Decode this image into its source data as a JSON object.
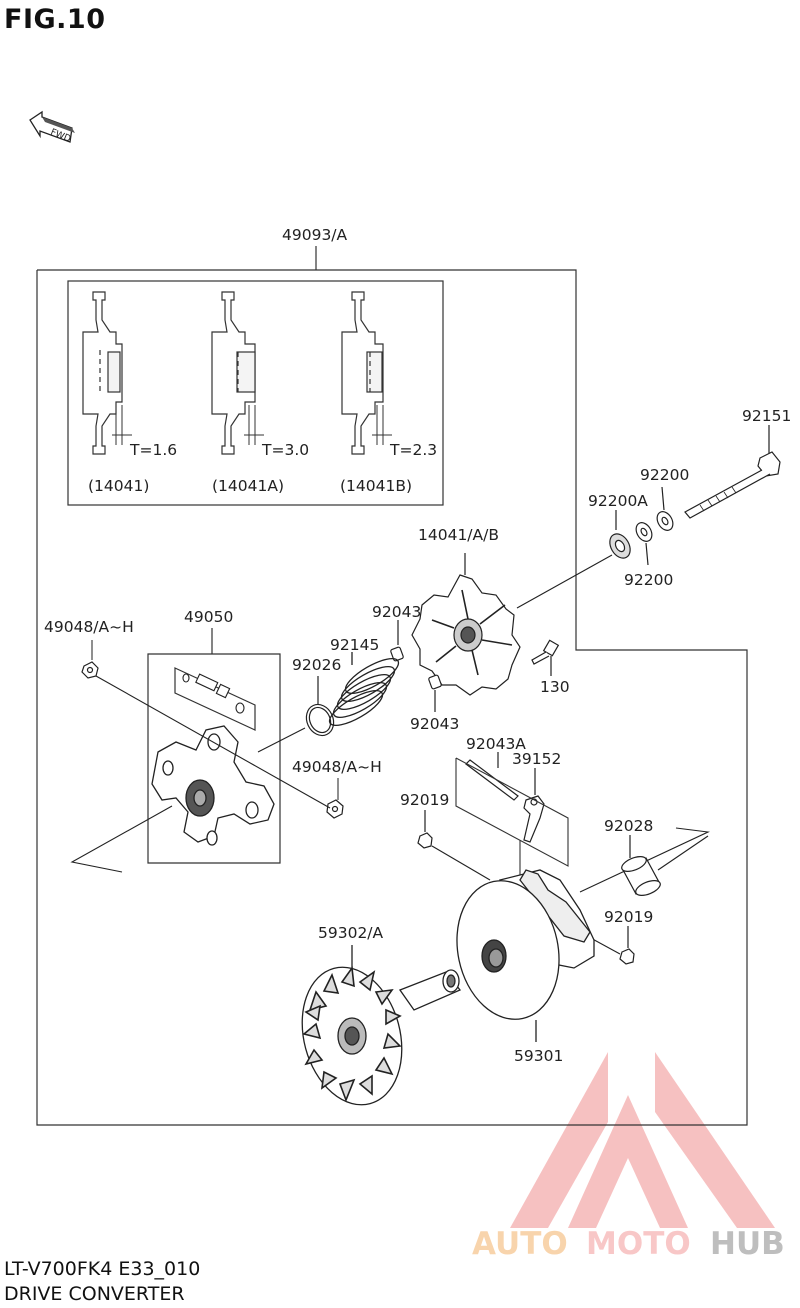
{
  "figure": {
    "title": "FIG.10",
    "code": "LT-V700FK4 E33_010",
    "description": "DRIVE CONVERTER"
  },
  "fwd_label": "FWD",
  "shim_panel": {
    "shims": [
      {
        "thickness": "T=1.6",
        "part": "(14041)"
      },
      {
        "thickness": "T=3.0",
        "part": "(14041A)"
      },
      {
        "thickness": "T=2.3",
        "part": "(14041B)"
      }
    ]
  },
  "parts": {
    "assembly": "49093/A",
    "p92151": "92151",
    "p92200_top": "92200",
    "p92200a": "92200A",
    "p92200_bottom": "92200",
    "p14041": "14041/A/B",
    "p92043_top": "92043",
    "p92145": "92145",
    "p92026": "92026",
    "p130": "130",
    "p92043_bottom": "92043",
    "p49048_left": "49048/A~H",
    "p49050": "49050",
    "p49048_right": "49048/A~H",
    "p92043a": "92043A",
    "p39152": "39152",
    "p92019_left": "92019",
    "p92028": "92028",
    "p92019_right": "92019",
    "p59302": "59302/A",
    "p59301": "59301"
  },
  "watermark": {
    "part1": "AUTO",
    "part2": "MOTO",
    "part3": "HUB",
    "colors": {
      "auto": "#f4b26a",
      "moto": "#f39b9b",
      "hub": "#9a9a9a",
      "triangle": "#f08f8f"
    }
  }
}
